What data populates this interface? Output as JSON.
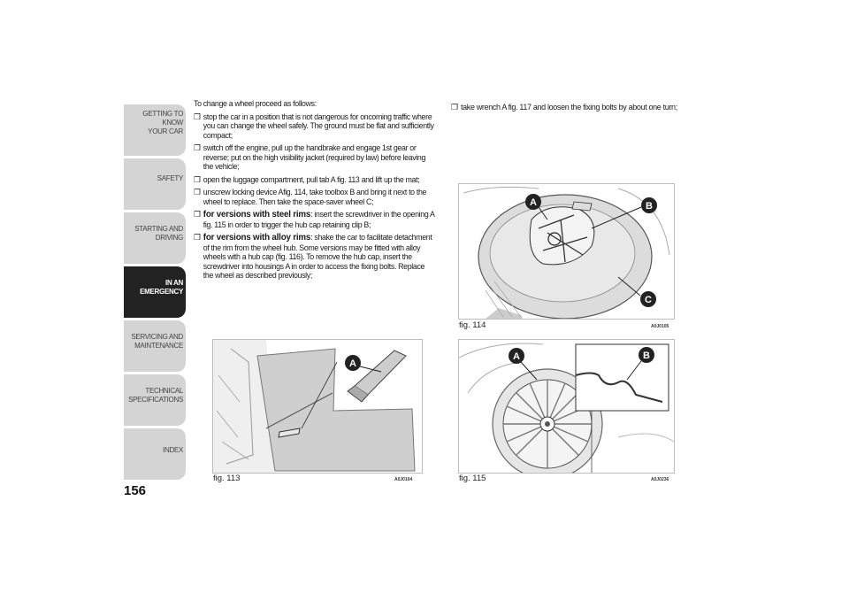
{
  "side_tabs": [
    {
      "lines": [
        "GETTING TO KNOW",
        "YOUR CAR"
      ],
      "active": false
    },
    {
      "lines": [
        "SAFETY"
      ],
      "active": false
    },
    {
      "lines": [
        "STARTING AND",
        "DRIVING"
      ],
      "active": false
    },
    {
      "lines": [
        "IN AN",
        "EMERGENCY"
      ],
      "active": true
    },
    {
      "lines": [
        "SERVICING AND",
        "MAINTENANCE"
      ],
      "active": false
    },
    {
      "lines": [
        "TECHNICAL",
        "SPECIFICATIONS"
      ],
      "active": false
    },
    {
      "lines": [
        "INDEX"
      ],
      "active": false
    }
  ],
  "page_number": "156",
  "left_column": {
    "intro": "To change a wheel proceed as follows:",
    "bullet_marker": "❒",
    "bullets": [
      {
        "bold": "",
        "text": "stop the car in a position that is not dangerous for oncoming traffic where you can change the wheel safely. The ground must be flat and sufficiently compact;"
      },
      {
        "bold": "",
        "text": "switch off the engine, pull up the handbrake and engage 1st gear or reverse; put on the high visibility jacket (required by law) before leaving the vehicle;"
      },
      {
        "bold": "",
        "text": "open the luggage compartment, pull tab A fig. 113 and lift up the mat;"
      },
      {
        "bold": "",
        "text": "unscrew locking device Afig. 114, take toolbox B and bring it next to the wheel to replace. Then take the space-saver wheel C;"
      },
      {
        "bold": "for versions with steel rims",
        "text": ": insert the screwdriver in the opening A fig. 115 in order to trigger the hub cap retaining clip B;"
      },
      {
        "bold": "for versions with alloy rims",
        "text": ": shake the car to facilitate detachment of the rim from the wheel hub. Some versions may be fitted with alloy wheels with a hub cap (fig. 116). To remove the hub cap, insert the screwdriver into housings A in order to access the fixing bolts. Replace the wheel as described previously;"
      }
    ]
  },
  "right_column": {
    "bullets": [
      {
        "bold": "",
        "text": "take wrench A fig. 117 and loosen the fixing bolts by about one turn;"
      }
    ]
  },
  "figures": {
    "fig113": {
      "caption": "fig. 113",
      "code": "A0J0104",
      "callouts": [
        "A"
      ]
    },
    "fig114": {
      "caption": "fig. 114",
      "code": "A0J0105",
      "callouts": [
        "A",
        "B",
        "C"
      ]
    },
    "fig115": {
      "caption": "fig. 115",
      "code": "A0J0236",
      "callouts": [
        "A",
        "B"
      ]
    }
  }
}
